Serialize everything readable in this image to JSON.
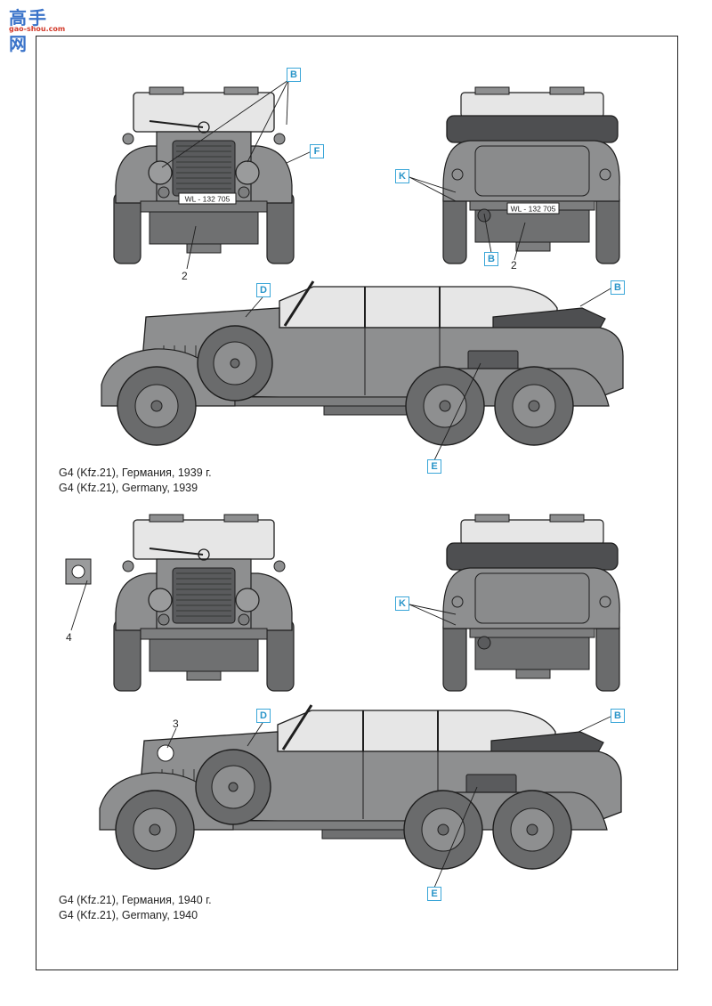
{
  "watermark": {
    "title": "高手网",
    "url": "gao-shou.com"
  },
  "colors": {
    "body": "#8e8f90",
    "dark": "#5a5b5d",
    "tire": "#6a6b6c",
    "outline": "#1e1e1e",
    "glass": "#e6e6e6",
    "callout": "#3aa6d8"
  },
  "views": [
    {
      "id": "1939",
      "caption_ru": "G4 (Kfz.21), Германия, 1939 г.",
      "caption_en": "G4 (Kfz.21), Germany, 1939",
      "front_plate": "WL - 132 705",
      "rear_plate": "WL - 132 705",
      "callouts": {
        "front_b": "B",
        "front_f": "F",
        "rear_k": "K",
        "rear_b": "B",
        "side_d": "D",
        "side_b": "B",
        "side_e": "E"
      },
      "numbers": {
        "front_2": "2",
        "rear_2": "2"
      }
    },
    {
      "id": "1940",
      "caption_ru": "G4 (Kfz.21), Германия, 1940 г.",
      "caption_en": "G4 (Kfz.21), Germany, 1940",
      "callouts": {
        "rear_k": "K",
        "side_d": "D",
        "side_b": "B",
        "side_e": "E"
      },
      "numbers": {
        "detail_4": "4",
        "side_3": "3"
      }
    }
  ]
}
